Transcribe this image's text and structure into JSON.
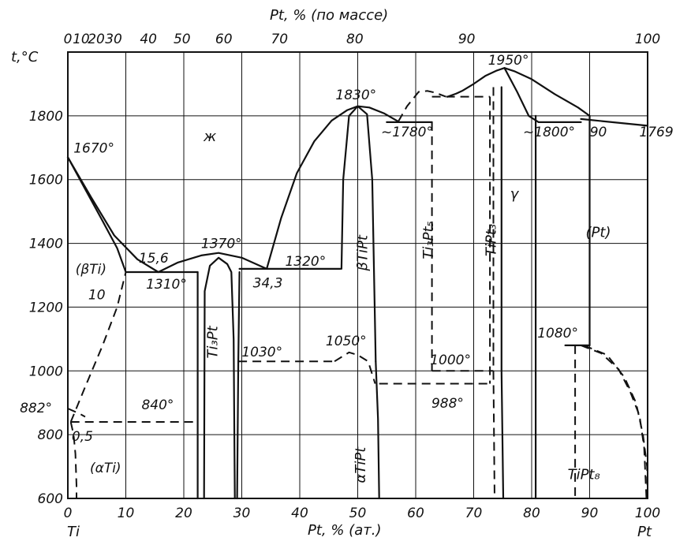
{
  "chart_data": {
    "type": "phase-diagram",
    "ylabel": "t,°C",
    "xlabel_bottom": "Pt, % (ат.)",
    "xlabel_top": "Pt, % (по массе)",
    "x_end_left": "Ti",
    "x_end_right": "Pt",
    "xlim": [
      0,
      100
    ],
    "ylim": [
      600,
      2000
    ],
    "bottom_ticks": [
      "0",
      "10",
      "20",
      "30",
      "40",
      "50",
      "60",
      "70",
      "80",
      "90",
      "100"
    ],
    "top_ticks": [
      {
        "label": "0",
        "at": 0
      },
      {
        "label": "10",
        "at": 2.3
      },
      {
        "label": "20",
        "at": 4.9
      },
      {
        "label": "30",
        "at": 7.9
      },
      {
        "label": "40",
        "at": 13.9
      },
      {
        "label": "50",
        "at": 19.7
      },
      {
        "label": "60",
        "at": 26.9
      },
      {
        "label": "70",
        "at": 36.5
      },
      {
        "label": "80",
        "at": 49.5
      },
      {
        "label": "90",
        "at": 68.8
      },
      {
        "label": "100",
        "at": 100
      }
    ],
    "y_ticks": [
      "600",
      "800",
      "1000",
      "1200",
      "1400",
      "1600",
      "1800"
    ],
    "point_labels": [
      {
        "text": "1670°",
        "x": 4.5,
        "y": 1685
      },
      {
        "text": "15,6",
        "x": 14.8,
        "y": 1340
      },
      {
        "text": "1370°",
        "x": 26.5,
        "y": 1385
      },
      {
        "text": "(βTi)",
        "x": 4.0,
        "y": 1305
      },
      {
        "text": "10",
        "x": 5.0,
        "y": 1225
      },
      {
        "text": "1310°",
        "x": 17.0,
        "y": 1258
      },
      {
        "text": "34,3",
        "x": 34.5,
        "y": 1262
      },
      {
        "text": "1320°",
        "x": 41.0,
        "y": 1330
      },
      {
        "text": "1830°",
        "x": 49.7,
        "y": 1852
      },
      {
        "text": "~1780°",
        "x": 58.5,
        "y": 1735
      },
      {
        "text": "1950°",
        "x": 76.0,
        "y": 1960
      },
      {
        "text": "~1800°",
        "x": 83.0,
        "y": 1735
      },
      {
        "text": "90",
        "x": 91.5,
        "y": 1735
      },
      {
        "text": "1769",
        "x": 101.5,
        "y": 1735
      },
      {
        "text": "1030°",
        "x": 33.5,
        "y": 1045
      },
      {
        "text": "1050°",
        "x": 48.0,
        "y": 1080
      },
      {
        "text": "1000°",
        "x": 66.0,
        "y": 1020
      },
      {
        "text": "988°",
        "x": 65.5,
        "y": 885
      },
      {
        "text": "1080°",
        "x": 84.5,
        "y": 1105
      },
      {
        "text": "882°",
        "x": -5.5,
        "y": 870
      },
      {
        "text": "840°",
        "x": 15.5,
        "y": 880
      },
      {
        "text": "0,5",
        "x": 2.5,
        "y": 780
      },
      {
        "text": "(αTi)",
        "x": 6.5,
        "y": 682
      }
    ],
    "phase_labels": [
      {
        "text": "ж",
        "x": 24.5,
        "y": 1720,
        "rotate": false
      },
      {
        "text": "γ",
        "x": 77.0,
        "y": 1540,
        "rotate": false
      },
      {
        "text": "(Pt)",
        "x": 91.5,
        "y": 1420,
        "rotate": false
      },
      {
        "text": "TiPt₈",
        "x": 89.0,
        "y": 660,
        "rotate": false
      },
      {
        "text": "Ti₃Pt",
        "x": 25.8,
        "y": 1090,
        "rotate": true
      },
      {
        "text": "βTiPt",
        "x": 51.6,
        "y": 1370,
        "rotate": true
      },
      {
        "text": "Ti₃Pt₅",
        "x": 63.0,
        "y": 1410,
        "rotate": true
      },
      {
        "text": "TiPt₃",
        "x": 73.8,
        "y": 1410,
        "rotate": true
      },
      {
        "text": "αTiPt",
        "x": 51.3,
        "y": 705,
        "rotate": true
      }
    ],
    "solid_lines": [
      [
        [
          0,
          1670
        ],
        [
          3,
          1570
        ],
        [
          6,
          1470
        ],
        [
          8.5,
          1385
        ],
        [
          10,
          1310
        ]
      ],
      [
        [
          0,
          1670
        ],
        [
          4,
          1545
        ],
        [
          8,
          1425
        ],
        [
          12,
          1350
        ],
        [
          15.6,
          1310
        ]
      ],
      [
        [
          10,
          1310
        ],
        [
          22.4,
          1310
        ]
      ],
      [
        [
          15.6,
          1310
        ],
        [
          19,
          1340
        ],
        [
          23,
          1362
        ],
        [
          26,
          1370
        ],
        [
          30,
          1355
        ],
        [
          34.3,
          1320
        ]
      ],
      [
        [
          22.4,
          1310
        ],
        [
          22.4,
          600
        ]
      ],
      [
        [
          23.5,
          600
        ],
        [
          23.6,
          1250
        ],
        [
          24.5,
          1330
        ],
        [
          26,
          1355
        ],
        [
          27.5,
          1335
        ],
        [
          28.2,
          1310
        ],
        [
          28.6,
          1100
        ],
        [
          28.8,
          600
        ]
      ],
      [
        [
          29.2,
          600
        ],
        [
          29.4,
          1030
        ],
        [
          29.6,
          1310
        ]
      ],
      [
        [
          29.6,
          1320
        ],
        [
          47,
          1320
        ]
      ],
      [
        [
          34.3,
          1320
        ],
        [
          36.8,
          1480
        ],
        [
          39.5,
          1620
        ],
        [
          42.5,
          1720
        ],
        [
          45.5,
          1785
        ],
        [
          48.2,
          1818
        ],
        [
          50,
          1830
        ],
        [
          52,
          1826
        ],
        [
          54.5,
          1808
        ],
        [
          57,
          1782
        ]
      ],
      [
        [
          47.2,
          1320
        ],
        [
          47.5,
          1600
        ],
        [
          48.5,
          1800
        ],
        [
          50,
          1830
        ],
        [
          51.6,
          1805
        ],
        [
          52.5,
          1600
        ],
        [
          53.1,
          1030
        ]
      ],
      [
        [
          53.1,
          1030
        ],
        [
          53.5,
          850
        ],
        [
          53.7,
          600
        ]
      ],
      [
        [
          55,
          1780
        ],
        [
          62.8,
          1780
        ]
      ],
      [
        [
          65.5,
          1860
        ],
        [
          67,
          1870
        ],
        [
          68,
          1878
        ],
        [
          70,
          1900
        ],
        [
          72,
          1925
        ],
        [
          74,
          1942
        ],
        [
          75.3,
          1950
        ],
        [
          77,
          1940
        ],
        [
          80,
          1915
        ],
        [
          84,
          1868
        ],
        [
          88,
          1826
        ],
        [
          90,
          1800
        ]
      ],
      [
        [
          75.3,
          1950
        ],
        [
          77.5,
          1875
        ],
        [
          79.5,
          1800
        ],
        [
          81.2,
          1780
        ]
      ],
      [
        [
          81.2,
          1780
        ],
        [
          88.5,
          1780
        ]
      ],
      [
        [
          88.5,
          1790
        ],
        [
          100,
          1769
        ]
      ],
      [
        [
          74.8,
          1890
        ],
        [
          74.8,
          1000
        ],
        [
          75.1,
          600
        ]
      ],
      [
        [
          80.7,
          1800
        ],
        [
          80.7,
          600
        ]
      ],
      [
        [
          90,
          1800
        ],
        [
          90,
          1080
        ]
      ],
      [
        [
          85.8,
          1080
        ],
        [
          90,
          1080
        ]
      ]
    ],
    "dashed_lines": [
      [
        [
          0,
          882
        ],
        [
          2,
          866
        ],
        [
          3,
          856
        ]
      ],
      [
        [
          0.5,
          840
        ],
        [
          1,
          800
        ],
        [
          1.3,
          740
        ],
        [
          1.5,
          640
        ],
        [
          1.5,
          600
        ]
      ],
      [
        [
          0.5,
          840
        ],
        [
          22.4,
          840
        ]
      ],
      [
        [
          0.5,
          840
        ],
        [
          3,
          950
        ],
        [
          6,
          1080
        ],
        [
          8.5,
          1200
        ],
        [
          10,
          1310
        ]
      ],
      [
        [
          29.4,
          1030
        ],
        [
          46,
          1030
        ]
      ],
      [
        [
          46,
          1030
        ],
        [
          48.5,
          1058
        ],
        [
          50,
          1050
        ],
        [
          51.8,
          1030
        ],
        [
          53,
          960
        ]
      ],
      [
        [
          53.7,
          960
        ],
        [
          72.5,
          960
        ]
      ],
      [
        [
          57,
          1782
        ],
        [
          58.5,
          1830
        ],
        [
          60.5,
          1875
        ],
        [
          62,
          1878
        ],
        [
          63.5,
          1872
        ],
        [
          65.2,
          1860
        ]
      ],
      [
        [
          62.8,
          1860
        ],
        [
          72.8,
          1860
        ]
      ],
      [
        [
          62.8,
          1780
        ],
        [
          62.8,
          1000
        ]
      ],
      [
        [
          62.8,
          1000
        ],
        [
          73.4,
          1000
        ]
      ],
      [
        [
          72.8,
          1860
        ],
        [
          72.8,
          1000
        ],
        [
          72.8,
          960
        ]
      ],
      [
        [
          73.4,
          1890
        ],
        [
          73.4,
          1000
        ],
        [
          73.6,
          600
        ]
      ],
      [
        [
          87.5,
          1080
        ],
        [
          87.5,
          600
        ]
      ],
      [
        [
          88.5,
          1080
        ],
        [
          92,
          1055
        ],
        [
          95,
          1005
        ],
        [
          97,
          935
        ],
        [
          98.6,
          860
        ],
        [
          99.4,
          760
        ],
        [
          99.8,
          600
        ]
      ],
      [
        [
          89,
          1080
        ],
        [
          93,
          1050
        ],
        [
          96,
          980
        ],
        [
          98,
          900
        ],
        [
          99.2,
          800
        ],
        [
          99.9,
          700
        ],
        [
          100,
          600
        ]
      ]
    ]
  }
}
